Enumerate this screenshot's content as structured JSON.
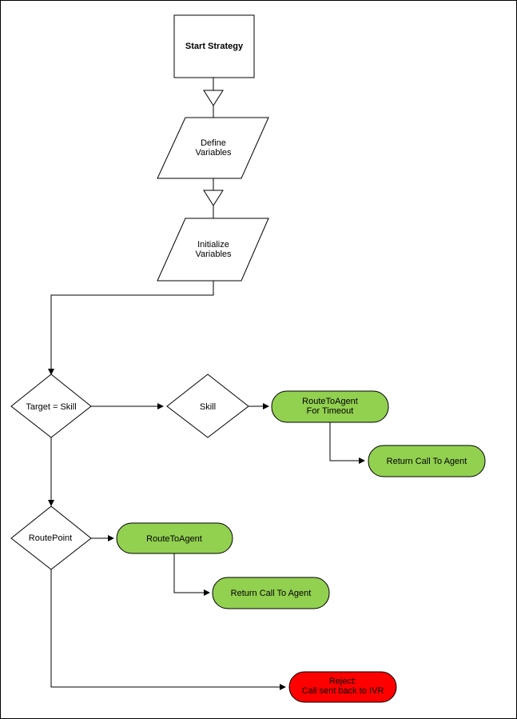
{
  "nodes": {
    "start_strategy": {
      "lines": [
        "Start Strategy"
      ]
    },
    "define_variables": {
      "lines": [
        "Define",
        "Variables"
      ]
    },
    "initialize_variables": {
      "lines": [
        "Initialize",
        "Variables"
      ]
    },
    "target_skill": {
      "lines": [
        "Target = Skill"
      ]
    },
    "skill": {
      "lines": [
        "Skill"
      ]
    },
    "route_to_agent_timeout": {
      "lines": [
        "RouteToAgent",
        "For Timeout"
      ]
    },
    "return_call_1": {
      "lines": [
        "Return Call To Agent"
      ]
    },
    "route_point": {
      "lines": [
        "RoutePoint"
      ]
    },
    "route_to_agent": {
      "lines": [
        "RouteToAgent"
      ]
    },
    "return_call_2": {
      "lines": [
        "Return Call To Agent"
      ]
    },
    "reject": {
      "lines": [
        "Reject:",
        "Call sent back to IVR"
      ]
    }
  },
  "colors": {
    "border": "#000000",
    "green_fill": "#92d050",
    "red_fill": "#ff0000",
    "white_fill": "#ffffff"
  }
}
